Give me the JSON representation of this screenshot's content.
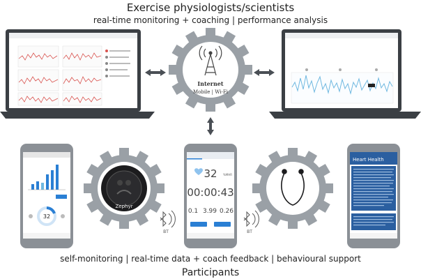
{
  "header": {
    "title": "Exercise physiologists/scientists",
    "subtitle": "real-time monitoring + coaching | performance analysis"
  },
  "footer": {
    "caption": "self-monitoring | real-time data + coach feedback | behavioural support",
    "title": "Participants"
  },
  "internet_hub": {
    "label": "Internet",
    "sublabel": "Mobile | Wi-Fi"
  },
  "devices": {
    "chest_strap_brand": "Zephyr",
    "bluetooth_label_left": "BT",
    "bluetooth_label_right": "BT"
  },
  "phone_center": {
    "big_number": "32",
    "unit": "%MHR",
    "timer": "00:00:43",
    "stats": [
      "0.1",
      "3.99",
      "0.26"
    ]
  },
  "phone_left": {
    "gauge_value": "32"
  },
  "phone_right": {
    "heading": "Heart Health"
  },
  "colors": {
    "laptop_frame": "#3b3f44",
    "gear": "#9aa0a6",
    "accent_blue": "#2a7fd4",
    "chart_red": "#d9534f",
    "chart_blue": "#6fb8e0",
    "article_blue": "#2b5fa0"
  }
}
